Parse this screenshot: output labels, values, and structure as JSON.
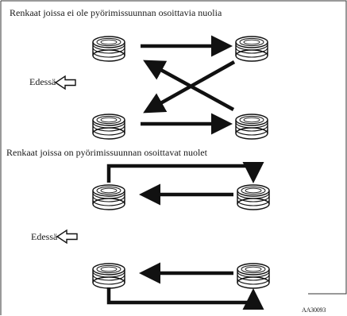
{
  "diagram": {
    "heading_without_arrows": "Renkaat joissa ei ole pyörimissuunnan osoittavia nuolia",
    "heading_with_arrows": "Renkaat joissa on pyörimissuunnan osoittavat nuolet",
    "front_label_top": "Edessä",
    "front_label_bottom": "Edessä",
    "figure_code": "AA30093"
  }
}
